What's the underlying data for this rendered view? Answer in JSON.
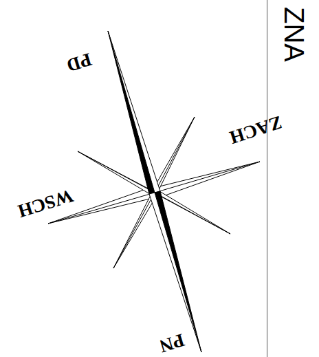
{
  "diagram": {
    "labels": [
      "PD",
      "ZACH",
      "WSCH",
      "PN",
      "ZNA"
    ]
  }
}
